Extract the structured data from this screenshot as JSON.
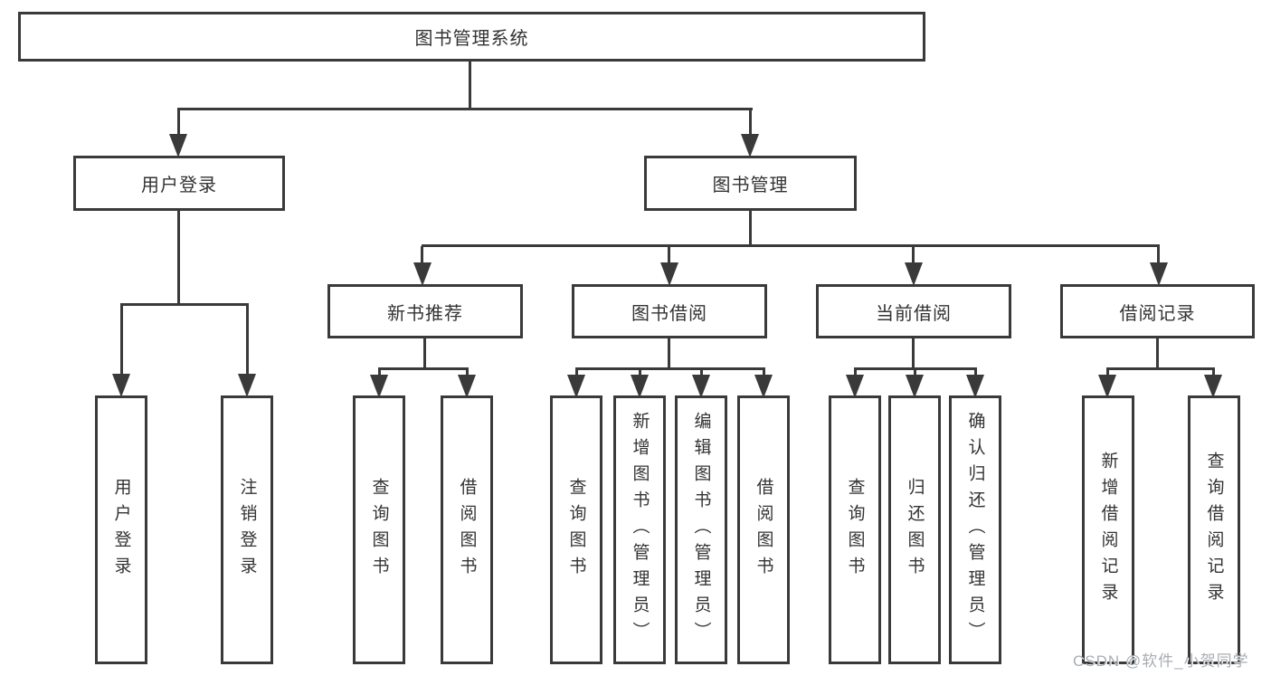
{
  "diagram": {
    "title": "图书管理系统",
    "nodes": {
      "root": "图书管理系统",
      "user_login": "用户登录",
      "book_mgmt": "图书管理",
      "new_books": "新书推荐",
      "book_borrow": "图书借阅",
      "current_borrow": "当前借阅",
      "borrow_records": "借阅记录",
      "leaf_user_login": "用户登录",
      "leaf_logout": "注销登录",
      "leaf_nb_query": "查询图书",
      "leaf_nb_borrow": "借阅图书",
      "leaf_bb_query": "查询图书",
      "leaf_bb_add": "新增图书（管理员）",
      "leaf_bb_edit": "编辑图书（管理员）",
      "leaf_bb_borrow": "借阅图书",
      "leaf_cb_query": "查询图书",
      "leaf_cb_return": "归还图书",
      "leaf_cb_confirm": "确认归还（管理员）",
      "leaf_br_add": "新增借阅记录",
      "leaf_br_query": "查询借阅记录"
    },
    "watermark": "CSDN @软件_小贺同学",
    "colors": {
      "line": "#3a3a3a",
      "text": "#333333",
      "background": "#ffffff",
      "watermark": "#a9adb2"
    }
  }
}
